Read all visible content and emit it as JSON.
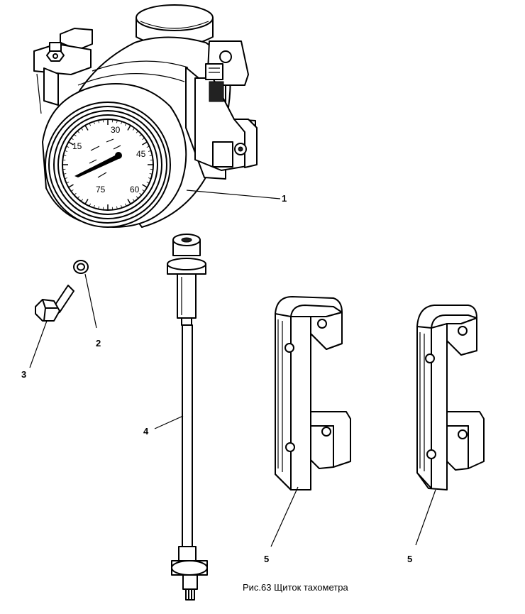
{
  "caption": "Рис.63 Щиток тахометра",
  "labels": {
    "tachometer": "1",
    "washer": "2",
    "bolt": "3",
    "drive_cable": "4",
    "bracket_left": "5",
    "bracket_right": "5"
  },
  "dial": {
    "mark_15": "15",
    "mark_30": "30",
    "mark_45": "45",
    "mark_60": "60",
    "mark_75": "75"
  }
}
